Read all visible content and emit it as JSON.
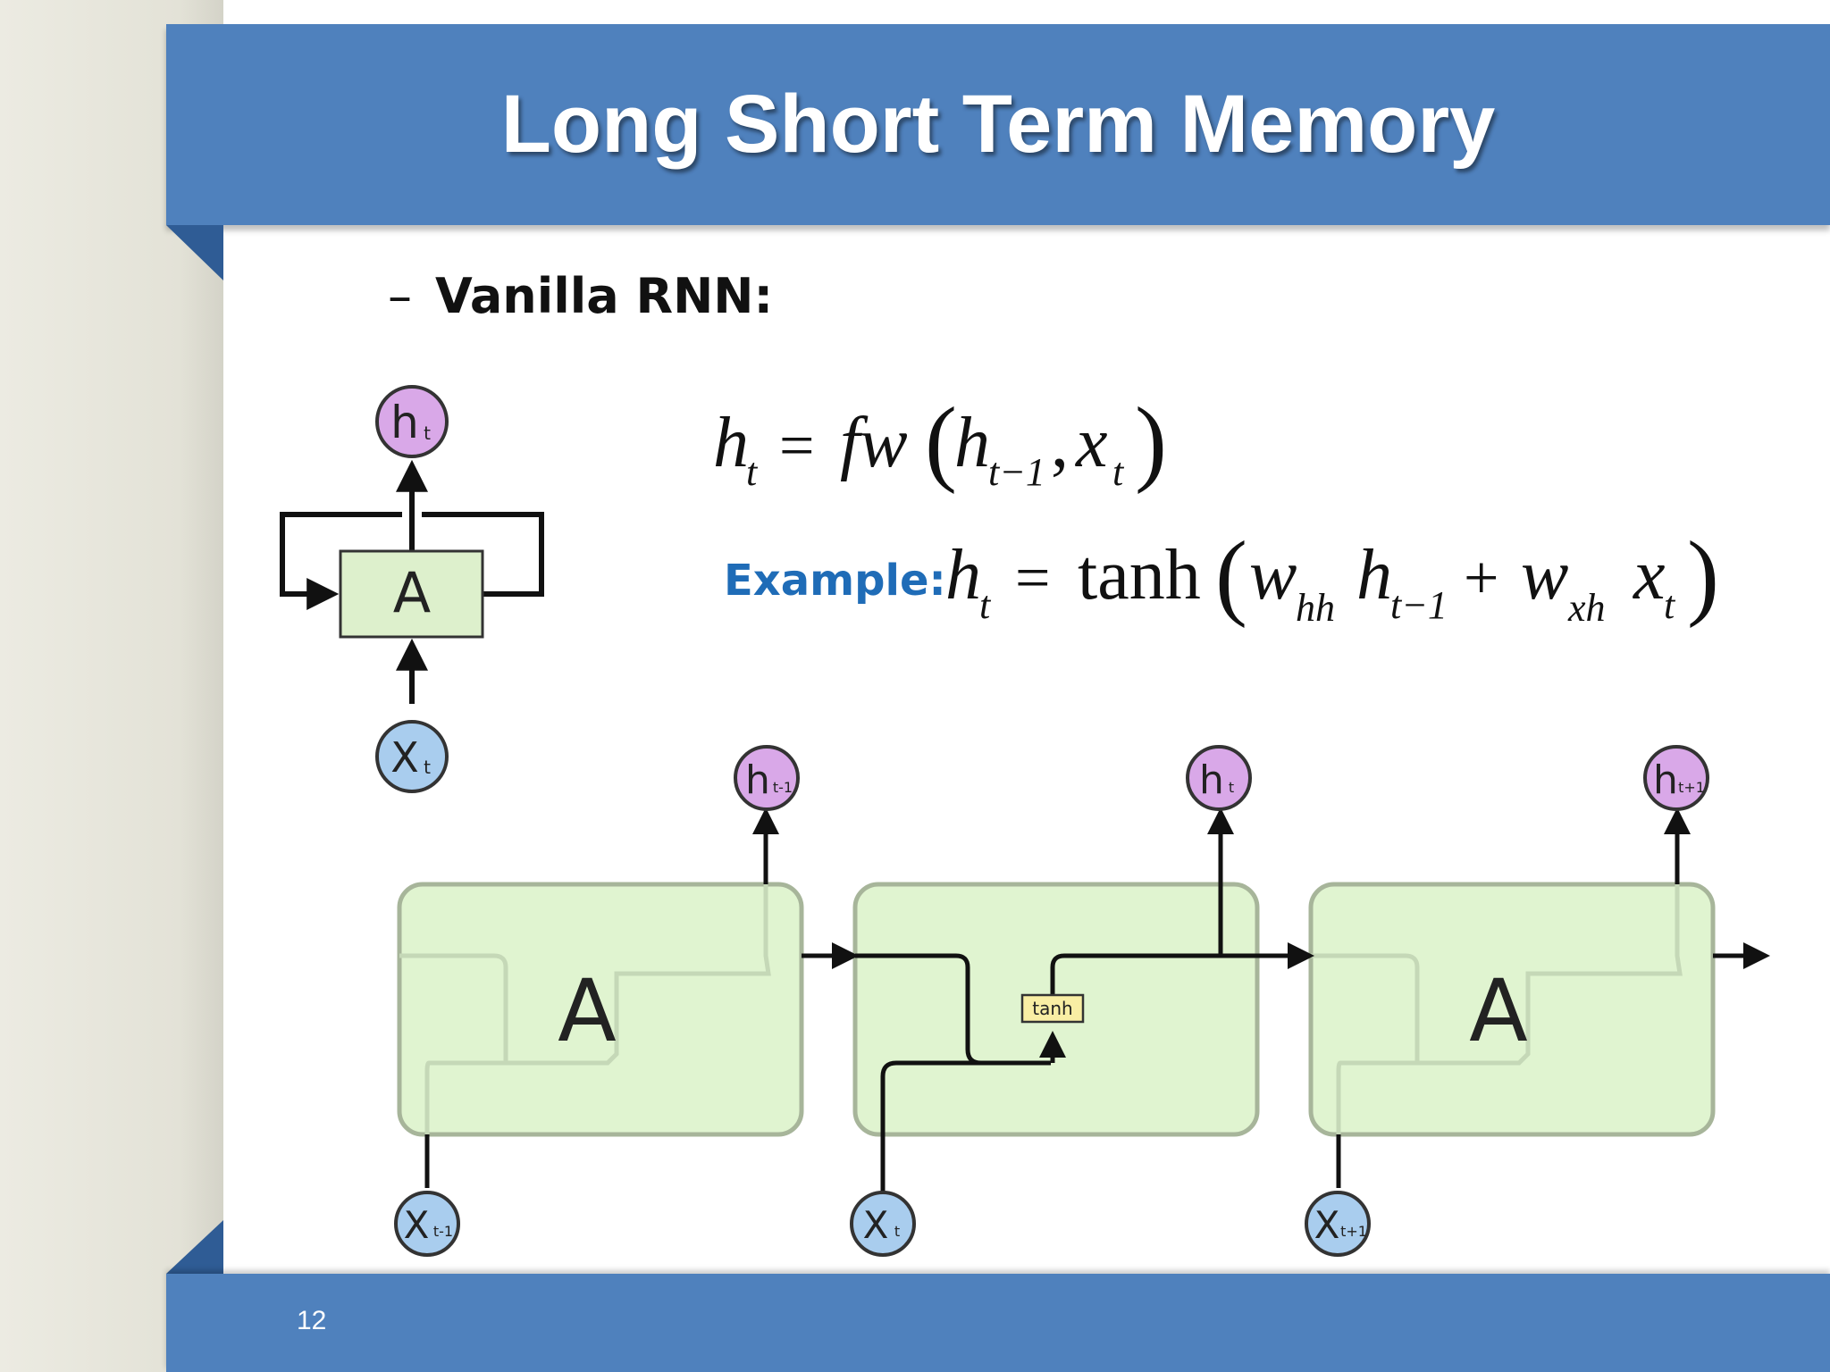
{
  "slide": {
    "title": "Long Short Term Memory",
    "page_number": "12",
    "bullet": {
      "dash": "–",
      "text": "Vanilla RNN:"
    }
  },
  "formula1": {
    "lhs": "h",
    "lhs_sub": "t",
    "eq": "=",
    "fn": "fw",
    "arg1": "h",
    "arg1_sub": "t−1",
    "comma": ",",
    "arg2": "x",
    "arg2_sub": "t"
  },
  "formula2": {
    "label": "Example:",
    "lhs": "h",
    "lhs_sub": "t",
    "eq": "=",
    "fn": "tanh",
    "w1": "w",
    "w1_sub": "hh",
    "h": "h",
    "h_sub": "t−1",
    "plus": "+",
    "w2": "w",
    "w2_sub": "xh",
    "x": "x",
    "x_sub": "t"
  },
  "diagram": {
    "rolled": {
      "cell_label": "A",
      "output": {
        "main": "h",
        "sub": "t"
      },
      "input": {
        "main": "X",
        "sub": "t"
      }
    },
    "unrolled": {
      "cells": [
        {
          "label": "A",
          "output": {
            "main": "h",
            "sub": "t-1"
          },
          "input": {
            "main": "X",
            "sub": "t-1"
          }
        },
        {
          "label": "",
          "inner": "tanh",
          "output": {
            "main": "h",
            "sub": "t"
          },
          "input": {
            "main": "X",
            "sub": "t"
          }
        },
        {
          "label": "A",
          "output": {
            "main": "h",
            "sub": "t+1"
          },
          "input": {
            "main": "X",
            "sub": "t+1"
          }
        }
      ]
    }
  },
  "colors": {
    "header": "#4f81bd",
    "cell_fill": "#e0f4d0",
    "output_node": "#d9a8e8",
    "input_node": "#a9cdee",
    "tanh_box": "#f9eea4",
    "example_label": "#1f6cb7"
  }
}
